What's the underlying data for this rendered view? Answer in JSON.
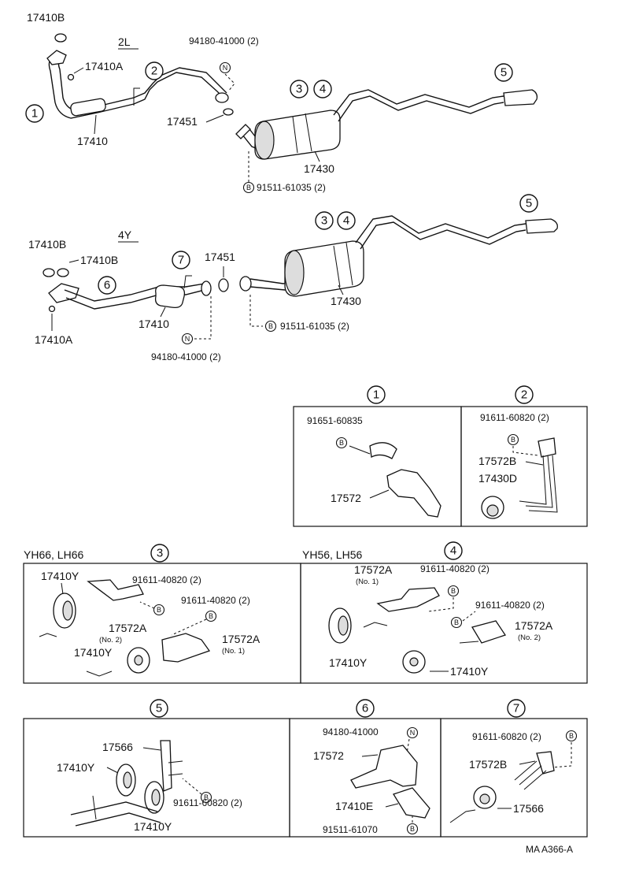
{
  "variants": {
    "top": "2L",
    "middle": "4Y"
  },
  "top_labels": {
    "p17410B": "17410B",
    "p17410A": "17410A",
    "p17410": "17410",
    "p17451": "17451",
    "p17430": "17430",
    "n94180": "94180-41000 (2)",
    "b91511": "91511-61035 (2)"
  },
  "mid_labels": {
    "p17410B_a": "17410B",
    "p17410B_b": "17410B",
    "p17410A": "17410A",
    "p17410": "17410",
    "p17451": "17451",
    "p17430": "17430",
    "n94180": "94180-41000 (2)",
    "b91511": "91511-61035 (2)"
  },
  "callouts": [
    "1",
    "2",
    "3",
    "4",
    "5",
    "6",
    "7"
  ],
  "marks": {
    "bolt": "B",
    "nut": "N"
  },
  "detail1": {
    "bolt": "91651-60835",
    "bracket": "17572"
  },
  "detail2": {
    "bolt": "91611-60820 (2)",
    "bracket": "17572B",
    "mount": "17430D"
  },
  "detail3": {
    "models": "YH66, LH66",
    "mount_top": "17410Y",
    "mount_bottom": "17410Y",
    "bolt_a": "91611-40820 (2)",
    "bolt_b": "91611-40820 (2)",
    "bracket_no2": "17572A",
    "no2": "(No. 2)",
    "bracket_no1": "17572A",
    "no1": "(No. 1)"
  },
  "detail4": {
    "models": "YH56, LH56",
    "bracket_no1": "17572A",
    "no1": "(No. 1)",
    "bolt_a": "91611-40820 (2)",
    "bolt_b": "91611-40820 (2)",
    "bracket_no2": "17572A",
    "no2": "(No. 2)",
    "mount_a": "17410Y",
    "mount_b": "17410Y"
  },
  "detail5": {
    "bracket": "17566",
    "mount_a": "17410Y",
    "mount_b": "17410Y",
    "bolt": "91611-60820 (2)"
  },
  "detail6": {
    "nut": "94180-41000",
    "bracket": "17572",
    "support": "17410E",
    "bolt": "91511-61070"
  },
  "detail7": {
    "bolt": "91611-60820 (2)",
    "bracket": "17572B",
    "mount": "17566"
  },
  "footer": {
    "code": "MA  A366-A"
  }
}
